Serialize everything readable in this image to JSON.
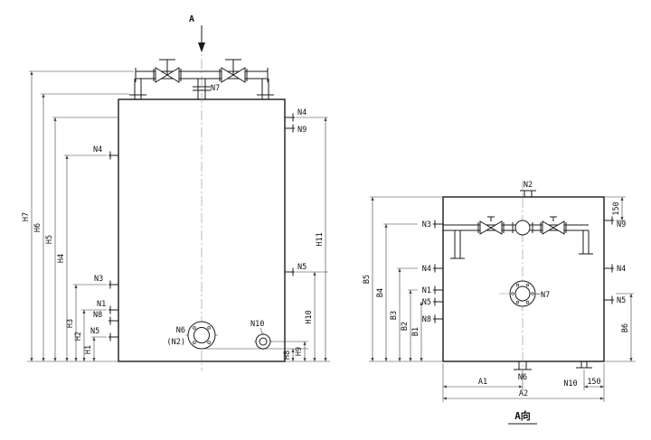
{
  "colors": {
    "line": "#1a1a1a",
    "thin_line": "#3c3c3c",
    "background": "#ffffff"
  },
  "labels": {
    "front": {
      "a": "A",
      "n7": "N7",
      "n4_right": "N4",
      "n9_right": "N9",
      "n4_left": "N4",
      "n3_left": "N3",
      "n1_left": "N1",
      "n8_left": "N8",
      "n5_left": "N5",
      "n5_right": "N5",
      "n6": "N6",
      "n2_alt": "(N2)",
      "n10": "N10",
      "h1": "H1",
      "h2": "H2",
      "h3": "H3",
      "h4": "H4",
      "h5": "H5",
      "h6": "H6",
      "h7": "H7",
      "h8": "H8",
      "h9": "H9",
      "h10": "H10",
      "h11": "H11"
    },
    "side": {
      "n2": "N2",
      "n3_left": "N3",
      "n4_left": "N4",
      "n1_left": "N1",
      "n5_left": "N5",
      "n8_left": "N8",
      "n9_right": "N9",
      "n4_right": "N4",
      "n5_right": "N5",
      "n7": "N7",
      "n6_bottom": "N6",
      "n10_bottom": "N10",
      "dim150_top": "150",
      "dim150_bottom": "150",
      "a1": "A1",
      "a2": "A2",
      "b1": "B1",
      "b2": "B2",
      "b3": "B3",
      "b4": "B4",
      "b5": "B5",
      "b6": "B6",
      "view_title": "A向"
    }
  }
}
